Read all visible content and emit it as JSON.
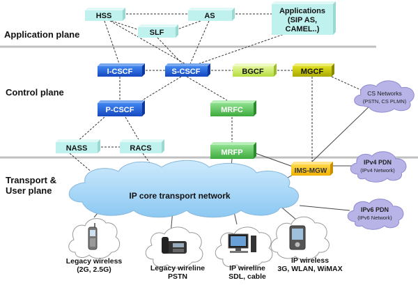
{
  "planes": {
    "application": "Application plane",
    "control": "Control plane",
    "transport_line1": "Transport &",
    "transport_line2": "User plane"
  },
  "application_nodes": {
    "hss": "HSS",
    "as": "AS",
    "slf": "SLF",
    "applications_line1": "Applications",
    "applications_line2": "(SIP AS,",
    "applications_line3": "CAMEL..)"
  },
  "control_nodes": {
    "icscf": "I-CSCF",
    "scscf": "S-CSCF",
    "bgcf": "BGCF",
    "mgcf": "MGCF",
    "pcscf": "P-CSCF",
    "mrfc": "MRFC"
  },
  "transport_nodes": {
    "nass": "NASS",
    "racs": "RACS",
    "mrfp": "MRFP",
    "ims_mgw": "IMS-MGW",
    "core": "IP core transport network"
  },
  "external_networks": {
    "cs_title": "CS Networks",
    "cs_sub": "(PSTN, CS PLMN)",
    "ipv4_title": "IPv4 PDN",
    "ipv4_sub": "(IPv4 Network)",
    "ipv6_title": "IPv6 PDN",
    "ipv6_sub": "(IPv6 Network)"
  },
  "access": {
    "legacy_wireless_l1": "Legacy wireless",
    "legacy_wireless_l2": "(2G, 2.5G)",
    "legacy_wireline_l1": "Legacy wireline",
    "legacy_wireline_l2": "PSTN",
    "ip_wireline_l1": "IP  wireline",
    "ip_wireline_l2": "SDL, cable",
    "ip_wireless_l1": "IP  wireless",
    "ip_wireless_l2": "3G, WLAN, WiMAX"
  },
  "icons": [
    "mobile-phone-icon",
    "desk-phone-icon",
    "desktop-computer-icon",
    "pda-icon"
  ],
  "colors": {
    "cyan_box": "#bff2ee",
    "blue_box": "#1f5fd6",
    "green_box": "#66cc66",
    "lime_box": "#ccee66",
    "olive_box": "#c8c800",
    "orange_box": "#ffc800",
    "cloud_blue": "#a8d8f8",
    "cloud_purple": "#b8b4e8"
  }
}
